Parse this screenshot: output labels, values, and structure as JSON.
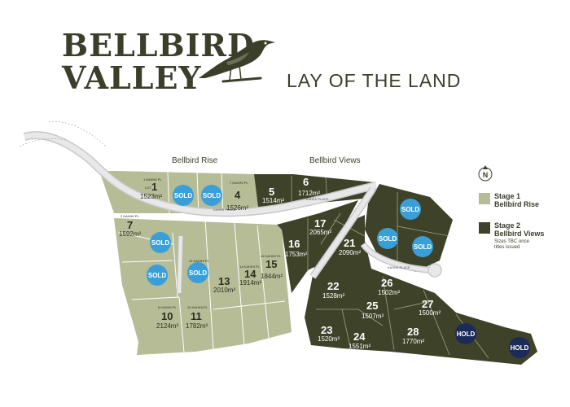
{
  "brand": {
    "line1": "BELLBIRD",
    "line2": "VALLEY",
    "subtitle": "LAY OF THE LAND"
  },
  "stages": {
    "rise_label": "Bellbird Rise",
    "views_label": "Bellbird Views"
  },
  "roads": {
    "kahikatea": "KAHIHI PLACE"
  },
  "north": {
    "letter": "N"
  },
  "legend": {
    "stage1_title": "Stage 1",
    "stage1_name": "Bellbird Rise",
    "stage2_title": "Stage 2",
    "stage2_name": "Bellbird Views",
    "note_line1": "Sizes TBC once",
    "note_line2": "titles issued"
  },
  "colors": {
    "stage1": "#b5bc96",
    "stage2": "#3e4229",
    "sold": "#3a9fd8",
    "hold": "#1b2a5a",
    "brand": "#3b3f2a"
  },
  "badges": {
    "sold": "SOLD",
    "hold": "HOLD"
  },
  "lots": [
    {
      "num": "1",
      "prefix": "LOT",
      "size": "1523m²",
      "addr": "1 KAHIHI PL"
    },
    {
      "num": "4",
      "size": "1526m²",
      "addr": "7 KAHIHI PL"
    },
    {
      "num": "5",
      "size": "1514m²"
    },
    {
      "num": "6",
      "size": "1712m²"
    },
    {
      "num": "7",
      "size": "1592m²",
      "addr": "2 KAHIHI PL"
    },
    {
      "num": "10",
      "size": "2124m²",
      "addr": "8 KAHIHI PL"
    },
    {
      "num": "11",
      "size": "1782m²",
      "addr": "10 KAHIHI PL"
    },
    {
      "num": "13",
      "size": "2010m²",
      "addr": "12 KAHIHI PL"
    },
    {
      "num": "14",
      "size": "1914m²",
      "addr": "14 KAHIHI PL"
    },
    {
      "num": "15",
      "size": "1844m²",
      "addr": "16 KAHIHI PL"
    },
    {
      "num": "16",
      "size": "1753m²"
    },
    {
      "num": "17",
      "size": "2065m²"
    },
    {
      "num": "21",
      "size": "2090m²"
    },
    {
      "num": "22",
      "size": "1528m²"
    },
    {
      "num": "23",
      "size": "1520m²"
    },
    {
      "num": "24",
      "size": "1551m²"
    },
    {
      "num": "25",
      "size": "1507m²"
    },
    {
      "num": "26",
      "size": "1502m²"
    },
    {
      "num": "27",
      "size": "1500m²"
    },
    {
      "num": "28",
      "size": "1770m²"
    }
  ]
}
